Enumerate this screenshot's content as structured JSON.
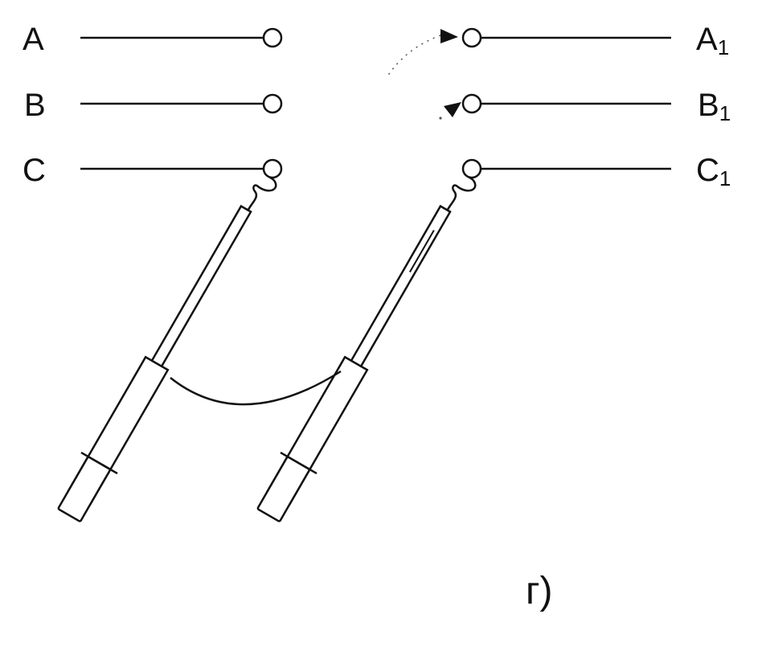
{
  "labels": {
    "left": [
      "A",
      "B",
      "C"
    ],
    "right": [
      {
        "letter": "A",
        "sub": "1"
      },
      {
        "letter": "B",
        "sub": "1"
      },
      {
        "letter": "C",
        "sub": "1"
      }
    ]
  },
  "caption": "г)",
  "colors": {
    "ink": "#111111",
    "background": "#ffffff"
  }
}
